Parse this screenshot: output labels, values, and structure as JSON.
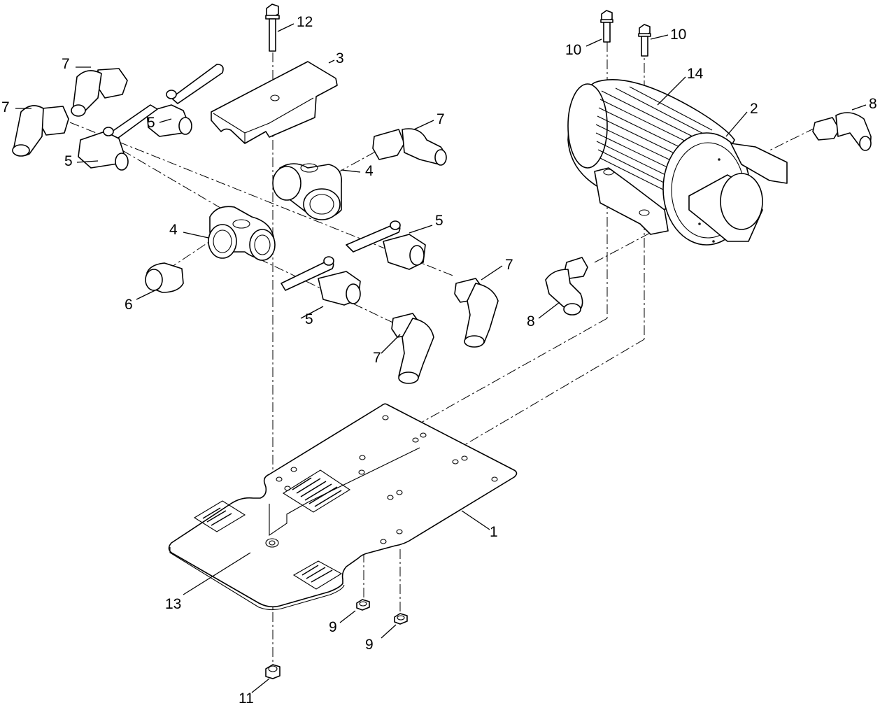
{
  "callouts": [
    {
      "id": "c1",
      "label": "1"
    },
    {
      "id": "c2",
      "label": "2"
    },
    {
      "id": "c3",
      "label": "3"
    },
    {
      "id": "c4a",
      "label": "4"
    },
    {
      "id": "c4b",
      "label": "4"
    },
    {
      "id": "c5a",
      "label": "5"
    },
    {
      "id": "c5b",
      "label": "5"
    },
    {
      "id": "c5c",
      "label": "5"
    },
    {
      "id": "c5d",
      "label": "5"
    },
    {
      "id": "c6",
      "label": "6"
    },
    {
      "id": "c7a",
      "label": "7"
    },
    {
      "id": "c7b",
      "label": "7"
    },
    {
      "id": "c7c",
      "label": "7"
    },
    {
      "id": "c7d",
      "label": "7"
    },
    {
      "id": "c7e",
      "label": "7"
    },
    {
      "id": "c8a",
      "label": "8"
    },
    {
      "id": "c8b",
      "label": "8"
    },
    {
      "id": "c9a",
      "label": "9"
    },
    {
      "id": "c9b",
      "label": "9"
    },
    {
      "id": "c10a",
      "label": "10"
    },
    {
      "id": "c10b",
      "label": "10"
    },
    {
      "id": "c11",
      "label": "11"
    },
    {
      "id": "c12",
      "label": "12"
    },
    {
      "id": "c13",
      "label": "13"
    },
    {
      "id": "c14",
      "label": "14"
    }
  ],
  "colors": {
    "line": "#000000",
    "background": "#ffffff"
  }
}
